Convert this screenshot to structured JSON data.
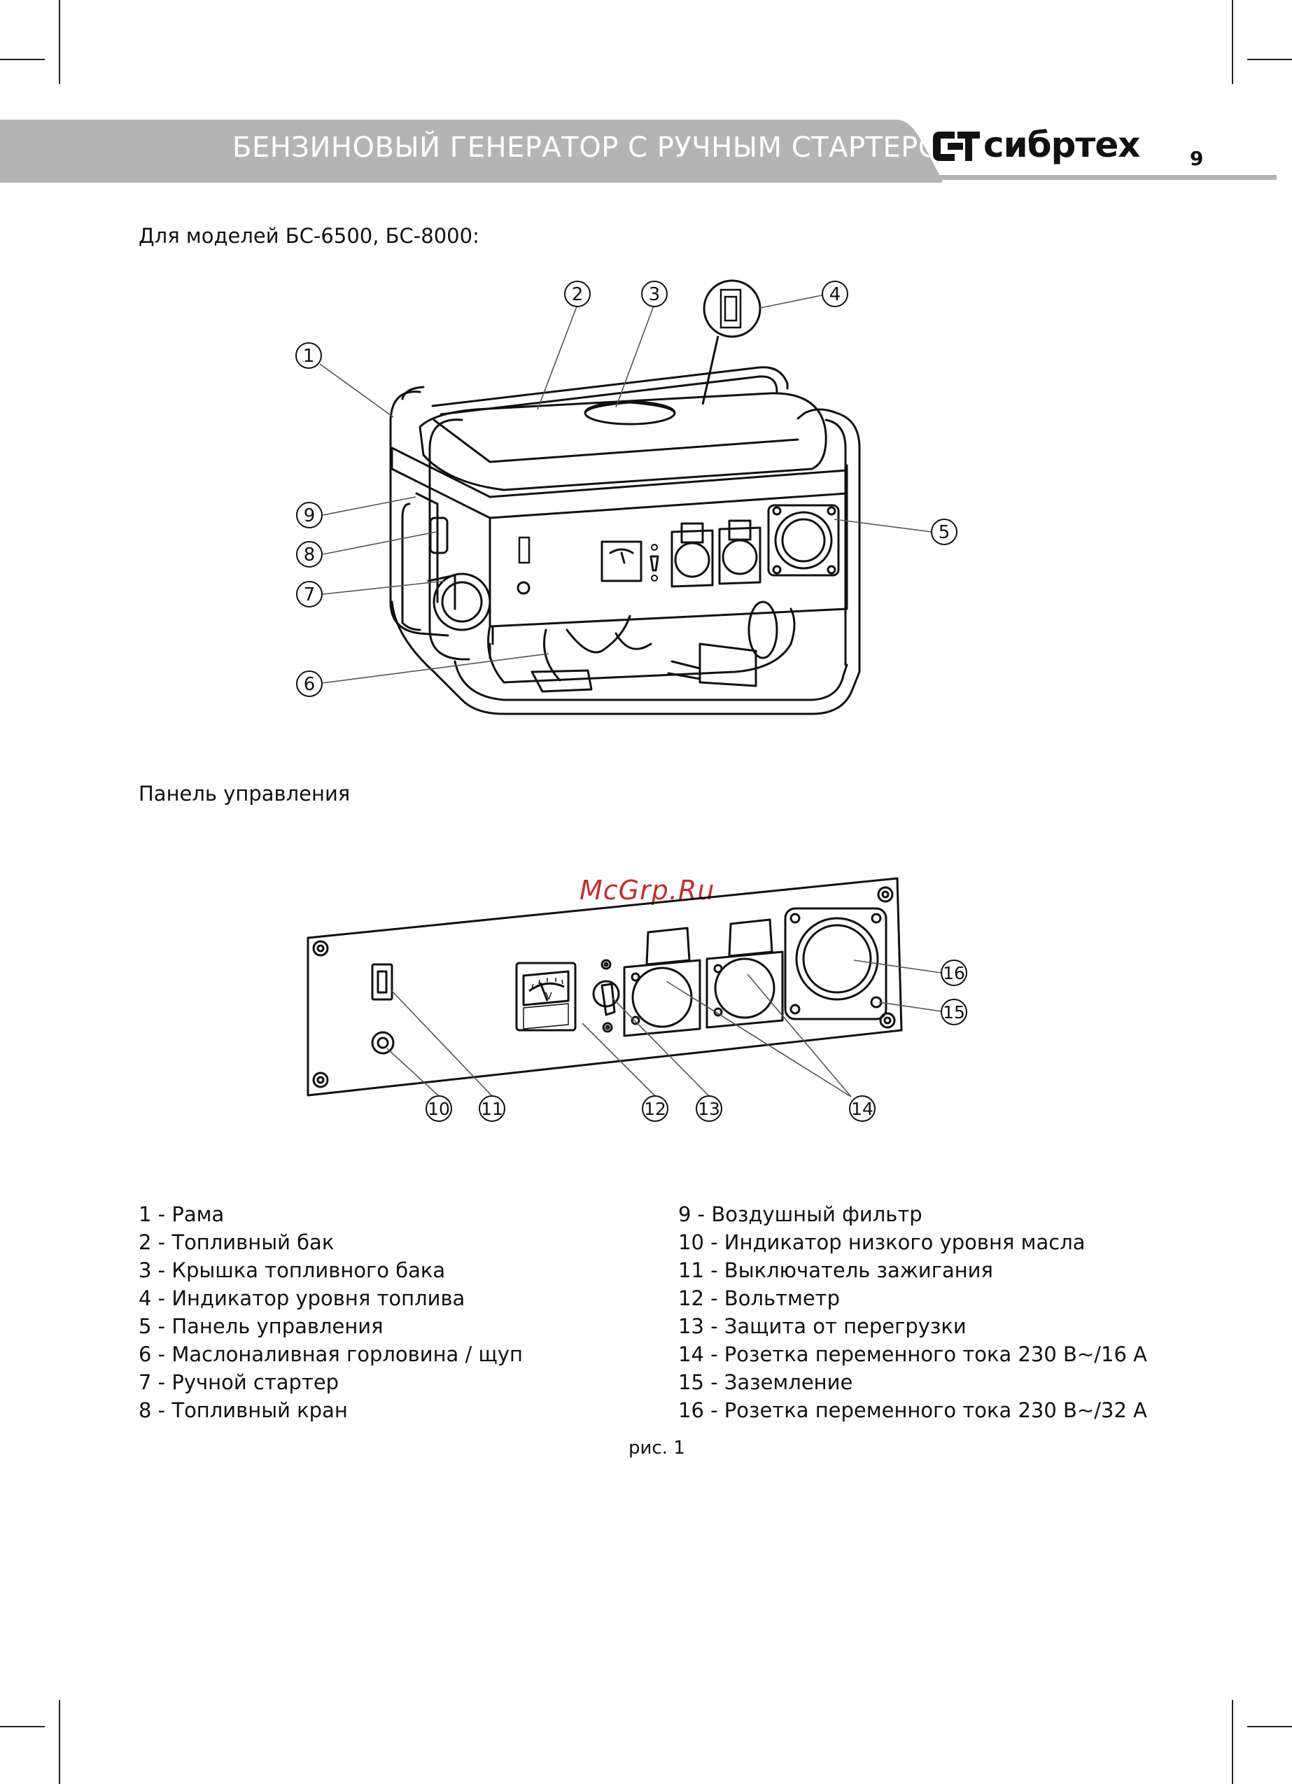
{
  "header": {
    "title": "БЕНЗИНОВЫЙ ГЕНЕРАТОР С РУЧНЫМ СТАРТЕРОМ",
    "brand": "сибртех",
    "page_number": "9"
  },
  "models_caption": "Для моделей БС-6500, БС-8000:",
  "panel_caption": "Панель управления",
  "watermark": "McGrp.Ru",
  "figure_caption": "рис. 1",
  "generator_callouts": [
    "1",
    "2",
    "3",
    "4",
    "5",
    "6",
    "7",
    "8",
    "9"
  ],
  "panel_callouts": [
    "10",
    "11",
    "12",
    "13",
    "14",
    "15",
    "16"
  ],
  "voltmeter_letter": "V",
  "legend_left": [
    "1 - Рама",
    "2 - Топливный бак",
    "3 - Крышка топливного бака",
    "4 - Индикатор уровня топлива",
    "5 - Панель управления",
    "6 - Маслоналивная горловина / щуп",
    "7 - Ручной стартер",
    "8 - Топливный кран"
  ],
  "legend_right": [
    "9 - Воздушный фильтр",
    "10 - Индикатор низкого уровня масла",
    "11 - Выключатель зажигания",
    "12 - Вольтметр",
    "13 - Защита от перегрузки",
    "14 - Розетка переменного тока 230 В~/16 А",
    "15 - Заземление",
    "16 - Розетка переменного тока 230 В~/32 А"
  ]
}
